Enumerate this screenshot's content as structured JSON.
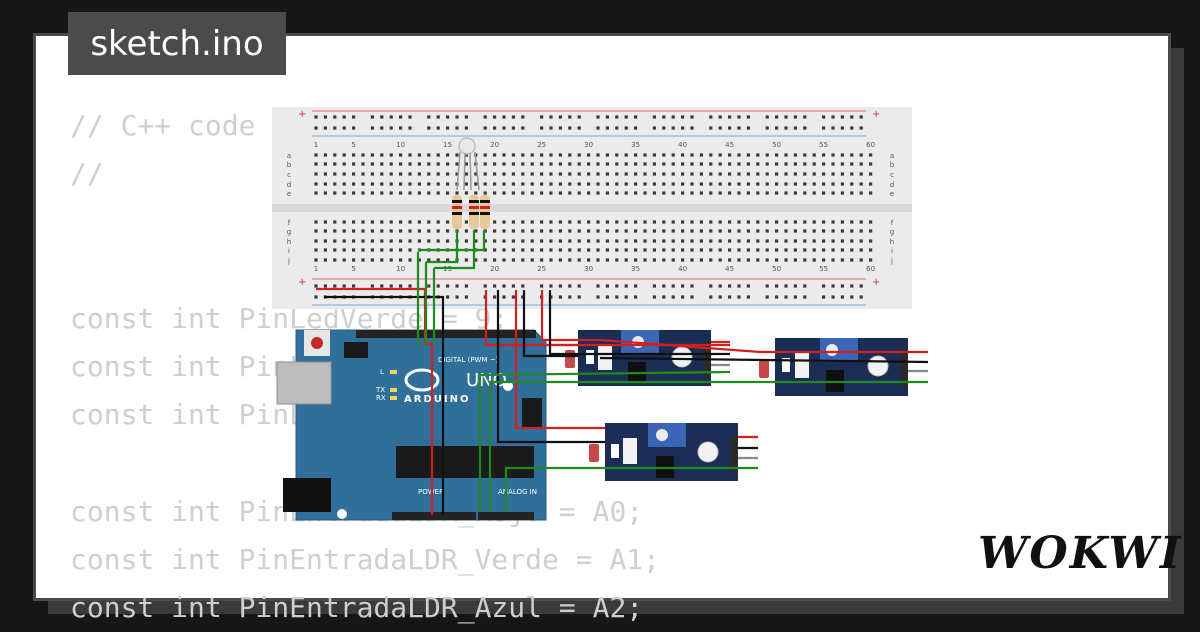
{
  "file": {
    "title": "sketch.ino"
  },
  "code_lines": [
    "// C++ code",
    "//",
    "",
    "",
    "const int PinLedVerde = 9;",
    "const int PinLedAzul = 10;",
    "const int PinLedRojo = 11;",
    "",
    "const int PinEntradaLDR_Rojo = A0;",
    "const int PinEntradaLDR_Verde = A1;",
    "const int PinEntradaLDR_Azul = A2;"
  ],
  "brand": {
    "name": "WOKWI"
  },
  "board": {
    "name": "UNO",
    "maker": "ARDUINO",
    "digital_label": "DIGITAL (PWM ~)",
    "power_label": "POWER",
    "analog_label": "ANALOG IN",
    "tx": "TX",
    "rx": "RX",
    "l": "L"
  },
  "breadboard": {
    "column_numbers": [
      "1",
      "5",
      "10",
      "15",
      "20",
      "25",
      "30",
      "35",
      "40",
      "45",
      "50",
      "55",
      "60"
    ],
    "row_letters_top": [
      "a",
      "b",
      "c",
      "d",
      "e"
    ],
    "row_letters_bottom": [
      "f",
      "g",
      "h",
      "i",
      "j"
    ]
  },
  "colors": {
    "wire_red": "#d21f1f",
    "wire_black": "#111111",
    "wire_green": "#1f8a1f",
    "board_blue": "#2f6f9a",
    "module_navy": "#1c2d55"
  }
}
